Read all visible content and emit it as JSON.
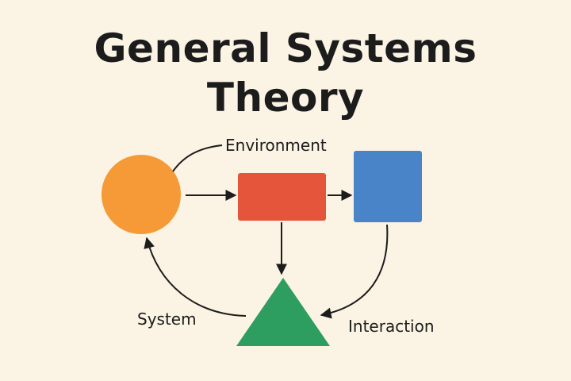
{
  "title": {
    "line1": "General Systems",
    "line2": "Theory"
  },
  "labels": {
    "environment": "Environment",
    "system": "System",
    "interaction": "Interaction"
  },
  "colors": {
    "background": "#fbf3e4",
    "circle": "#f59a36",
    "red_rect": "#e4553b",
    "blue_rect": "#4a84c8",
    "triangle": "#2e9e60",
    "stroke": "#1c1c1c"
  }
}
